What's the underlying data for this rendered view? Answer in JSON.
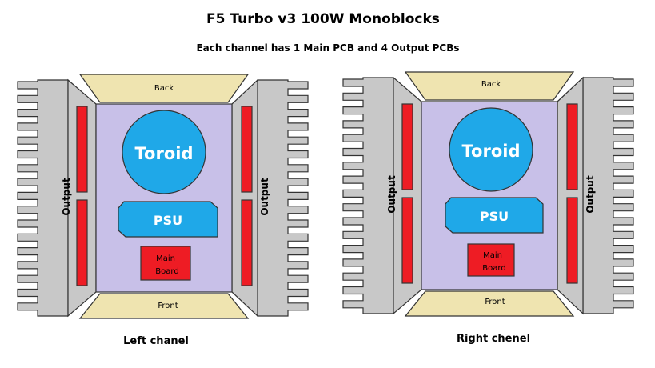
{
  "title": "F5 Turbo v3 100W Monoblocks",
  "subtitle": "Each channel has 1 Main PCB and 4 Output PCBs",
  "channels": [
    {
      "caption": "Left chanel",
      "back_label": "Back",
      "front_label": "Front",
      "toroid_label": "Toroid",
      "psu_label": "PSU",
      "main_board_line1": "Main",
      "main_board_line2": "Board",
      "left_output_label": "Output",
      "right_output_label": "Output"
    },
    {
      "caption": "Right chenel",
      "back_label": "Back",
      "front_label": "Front",
      "toroid_label": "Toroid",
      "psu_label": "PSU",
      "main_board_line1": "Main",
      "main_board_line2": "Board",
      "left_output_label": "Output",
      "right_output_label": "Output"
    }
  ],
  "colors": {
    "chassis": "#c8c0e8",
    "heatsink": "#c8c8c8",
    "panel": "#efe4b0",
    "output_pcb": "#ee1c24",
    "toroid": "#1fa8e8",
    "psu": "#1fa8e8",
    "main_board": "#ee1c24"
  }
}
